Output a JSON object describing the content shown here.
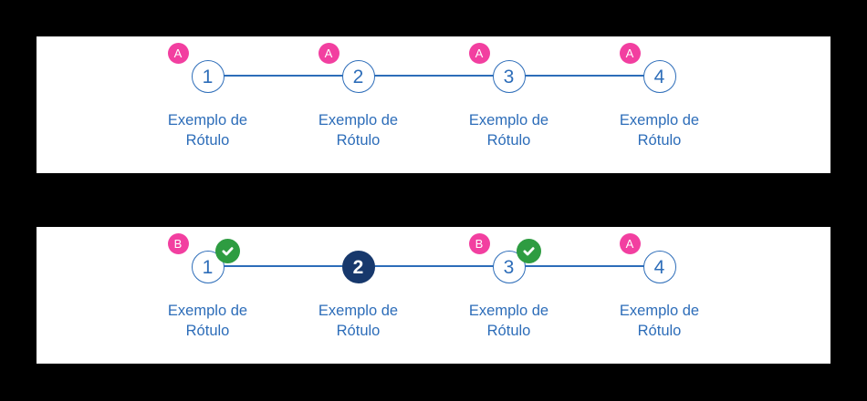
{
  "colors": {
    "bg": "#000000",
    "panel": "#ffffff",
    "blue": "#2d6db9",
    "navy": "#17386c",
    "green": "#2e9c41",
    "pink": "#f23fa0",
    "white": "#ffffff"
  },
  "icons": {
    "check": "✓"
  },
  "steppers": [
    {
      "name": "stepper-variant-a",
      "steps": [
        {
          "number": "1",
          "badge": "A",
          "label": "Exemplo de Rótulo"
        },
        {
          "number": "2",
          "badge": "A",
          "label": "Exemplo de Rótulo"
        },
        {
          "number": "3",
          "badge": "A",
          "label": "Exemplo de Rótulo"
        },
        {
          "number": "4",
          "badge": "A",
          "label": "Exemplo de Rótulo"
        }
      ]
    },
    {
      "name": "stepper-with-progress",
      "steps": [
        {
          "number": "1",
          "badge": "B",
          "checked": true,
          "label": "Exemplo de Rótulo"
        },
        {
          "number": "2",
          "active": true,
          "label": "Exemplo de Rótulo"
        },
        {
          "number": "3",
          "badge": "B",
          "checked": true,
          "label": "Exemplo de Rótulo"
        },
        {
          "number": "4",
          "badge": "A",
          "label": "Exemplo de Rótulo"
        }
      ]
    }
  ]
}
